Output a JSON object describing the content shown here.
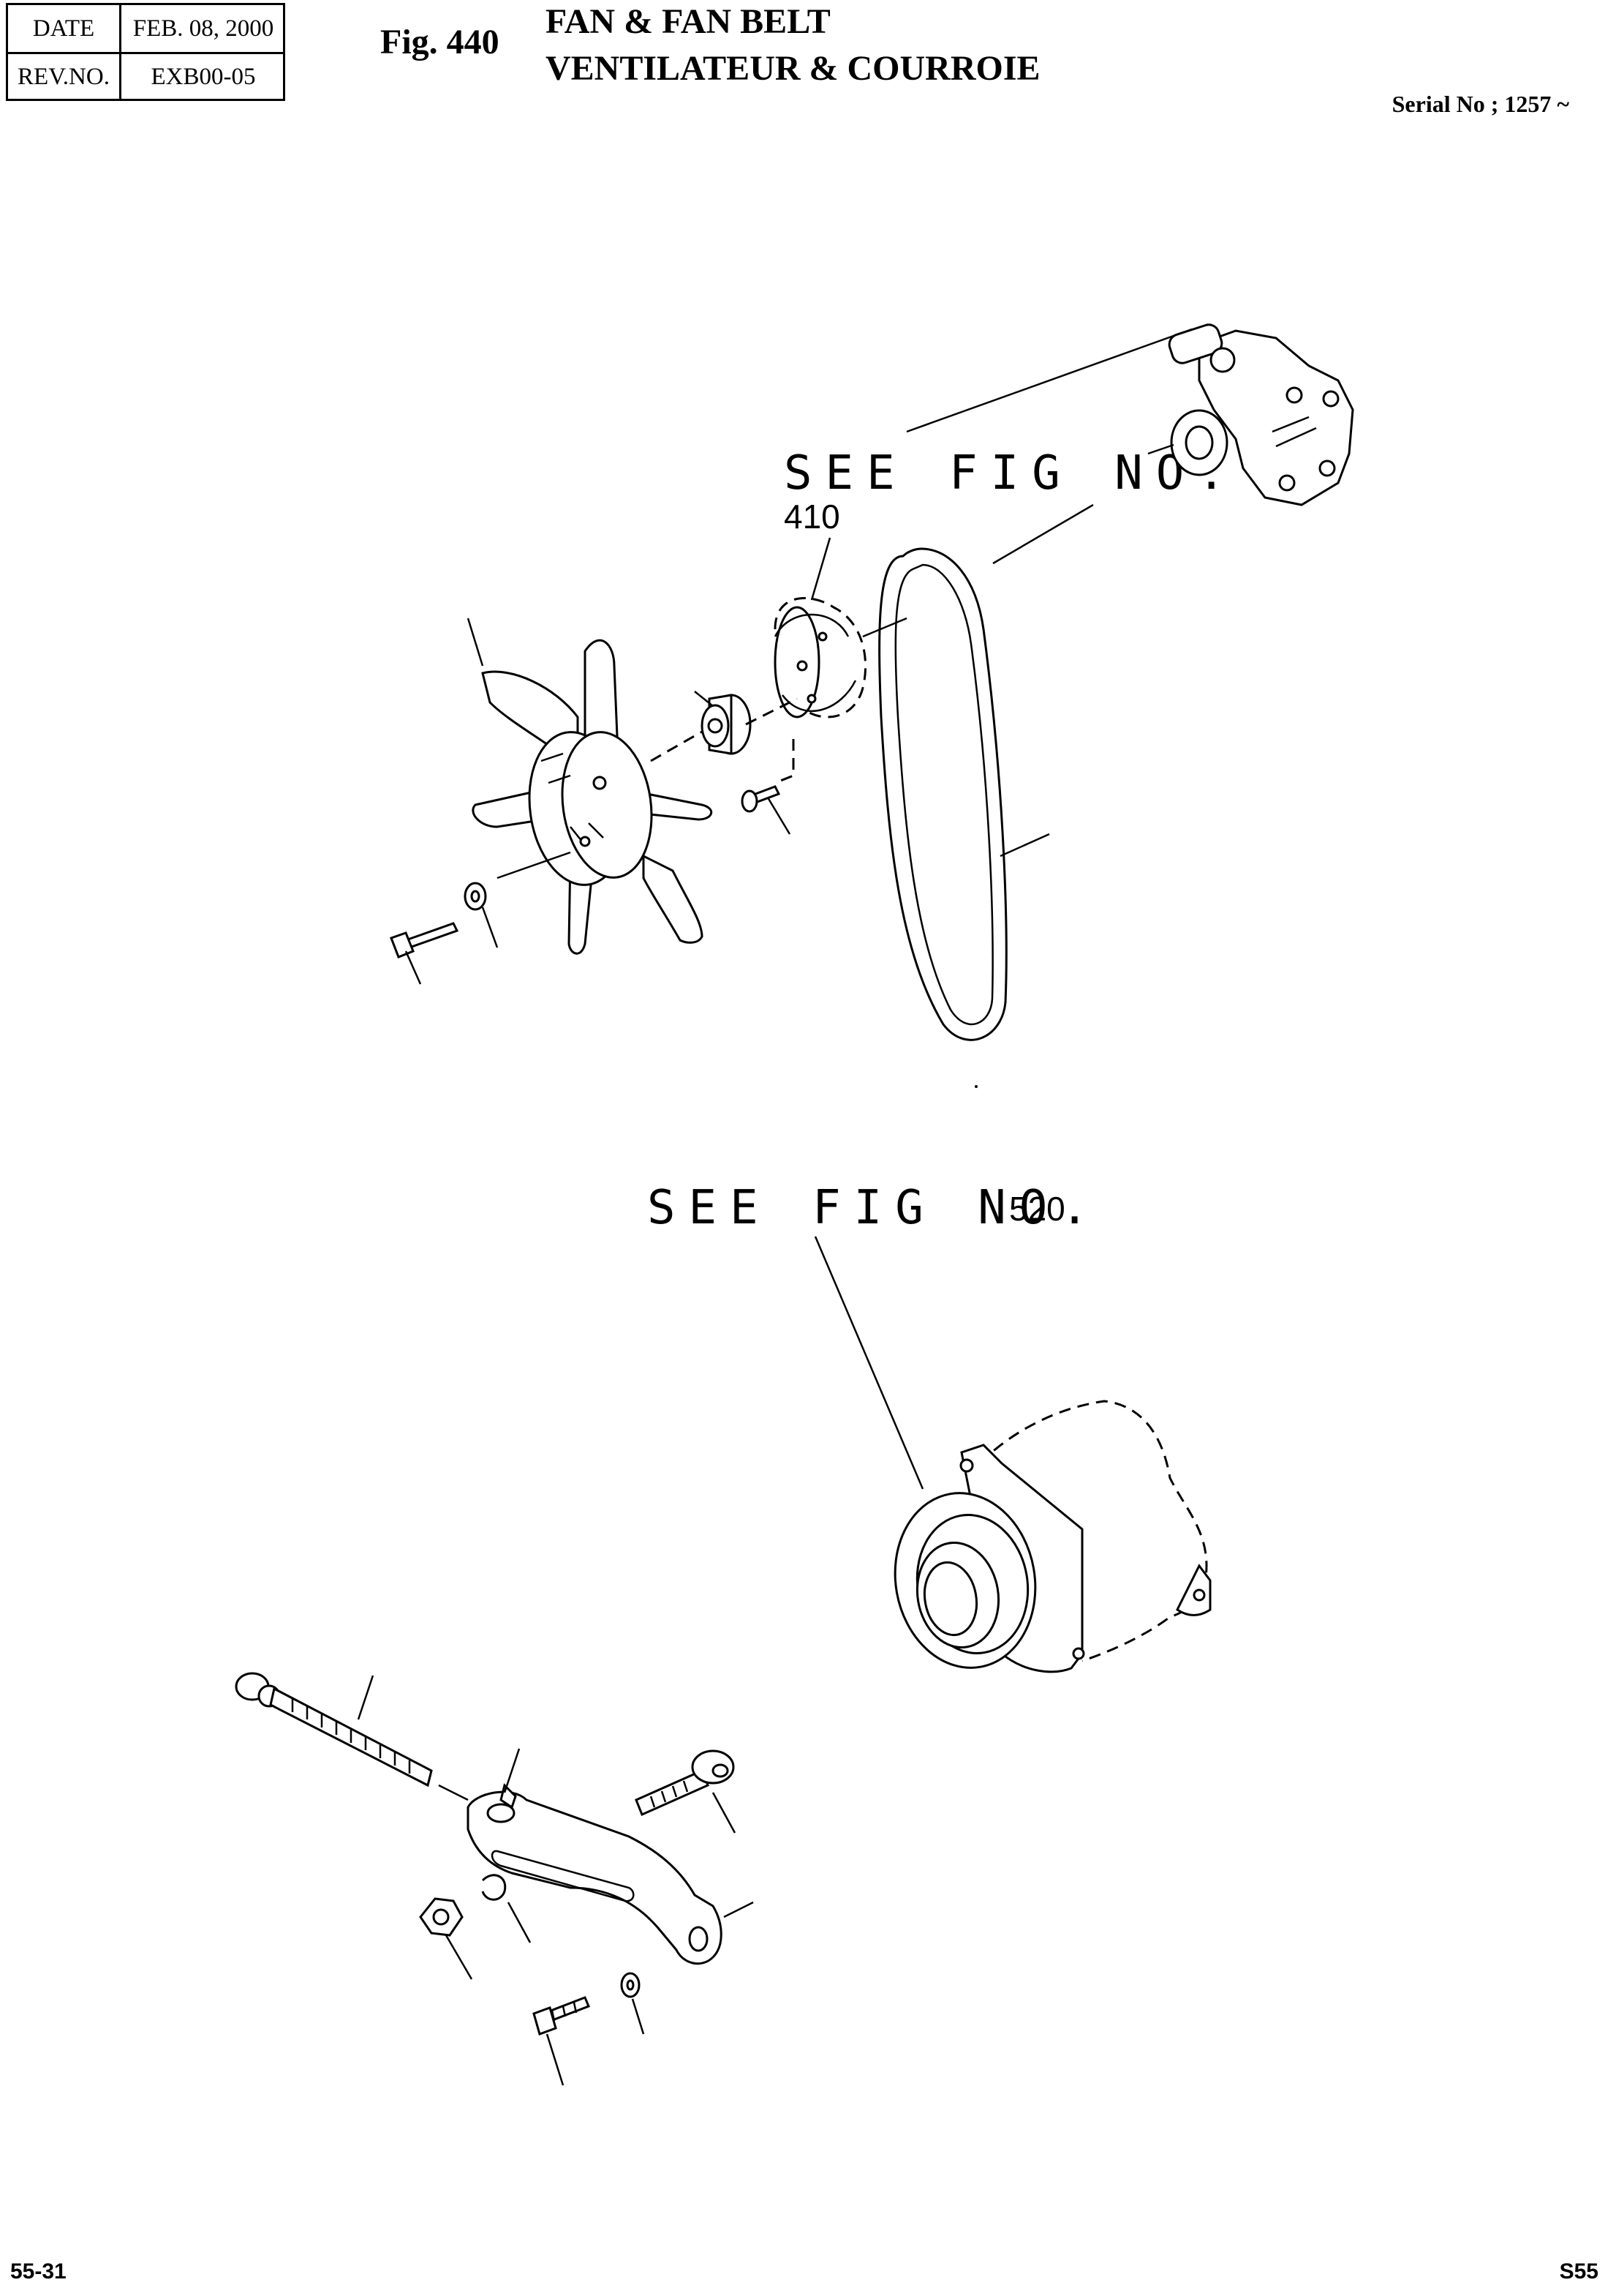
{
  "header": {
    "date_label": "DATE",
    "date_value": "FEB. 08, 2000",
    "rev_label": "REV.NO.",
    "rev_value": "EXB00-05",
    "figure_number": "Fig. 440",
    "title_en": "FAN & FAN BELT",
    "title_fr": "VENTILATEUR & COURROIE",
    "serial": "Serial No ; 1257 ~"
  },
  "diagram": {
    "ref_1_text": "SEE FIG NO.",
    "ref_1_number": "410",
    "ref_2_text": "SEE FIG NO.",
    "ref_2_number": "520"
  },
  "footer": {
    "page": "55-31",
    "code": "S55"
  }
}
